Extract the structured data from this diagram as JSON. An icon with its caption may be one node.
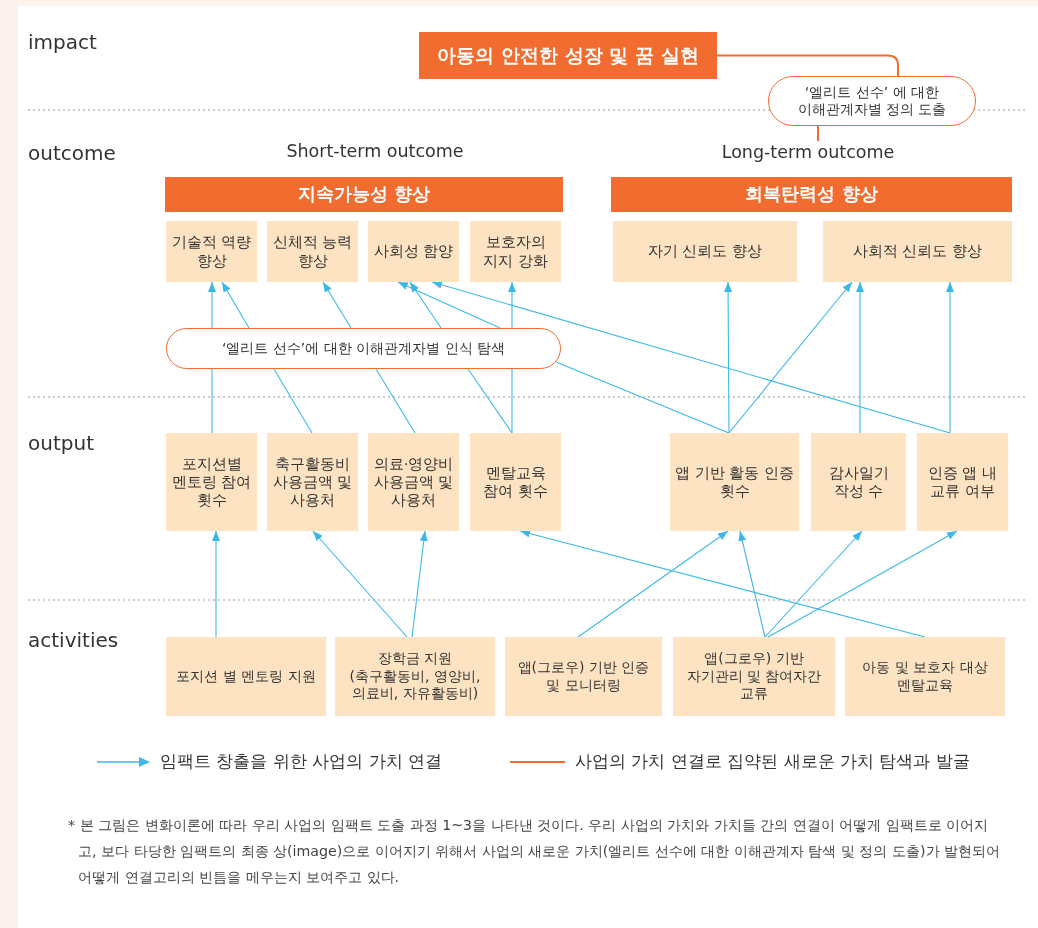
{
  "diagram": {
    "nodes": [
      {
        "text": [
          "아동의 안전한 성장 및 꿈 실현"
        ]
      },
      {
        "text": [
          "‘엘리트 선수’ 에 대한 이해관계자별 정의 도출"
        ]
      },
      {
        "text": [
          "지속가능성 향상"
        ]
      },
      {
        "text": [
          "회복탄력성 향상"
        ]
      },
      {
        "text": [
          "기술적 역량 향상"
        ]
      },
      {
        "text": [
          "신체적 능력 향상"
        ]
      },
      {
        "text": [
          "사회성 함양"
        ]
      },
      {
        "text": [
          "보호자의 지지 강화"
        ]
      },
      {
        "text": [
          "자기 신뢰도 향상"
        ]
      },
      {
        "text": [
          "사회적 신뢰도 향상"
        ]
      },
      {
        "text": [
          "‘엘리트 선수’에 대한 이해관계자별 인식 탐색"
        ]
      },
      {
        "text": [
          "포지션별 멘토링 참여 횟수"
        ]
      },
      {
        "text": [
          "축구활동비 사용금액 및 사용처"
        ]
      },
      {
        "text": [
          "의료·영양비 사용금액 및 사용처"
        ]
      },
      {
        "text": [
          "멘탈교육 참여 횟수"
        ]
      },
      {
        "text": [
          "앱 기반 활동 인증 횟수"
        ]
      },
      {
        "text": [
          "감사일기 작성 수"
        ]
      },
      {
        "text": [
          "인증 앱 내 교류 여부"
        ]
      },
      {
        "text": [
          "포지션 별 멘토링 지원"
        ]
      },
      {
        "text": [
          "장학금 지원 (축구활동비, 영양비, 의료비, 자유활동비)"
        ]
      },
      {
        "text": [
          "앱(그로우) 기반 인증 및 모니터링"
        ]
      },
      {
        "text": [
          "앱(그로우) 기반 자기관리 및 참여자간 교류"
        ]
      },
      {
        "text": [
          "아동 및 보호자 대상 멘탈교육"
        ]
      },
      {
        "text": [
          "Long-term outcome"
        ]
      }
    ],
    "edges": [
      {
        "from": 0,
        "to": 1,
        "arrow": "none",
        "color": "#f26b2f"
      },
      {
        "from": 1,
        "to": 23,
        "arrow": "none",
        "color": "#f26b2f"
      },
      {
        "from": 18,
        "to": 11,
        "arrow": "to"
      },
      {
        "from": 19,
        "to": 12,
        "arrow": "to"
      },
      {
        "from": 19,
        "to": 13,
        "arrow": "to"
      },
      {
        "from": 20,
        "to": 15,
        "arrow": "to"
      },
      {
        "from": 21,
        "to": 15,
        "arrow": "to"
      },
      {
        "from": 21,
        "to": 16,
        "arrow": "to"
      },
      {
        "from": 21,
        "to": 17,
        "arrow": "to"
      },
      {
        "from": 22,
        "to": 14,
        "arrow": "to"
      },
      {
        "from": 11,
        "to": 10,
        "arrow": "none"
      },
      {
        "from": 10,
        "to": 4,
        "arrow": "to"
      },
      {
        "from": 12,
        "to": 10,
        "arrow": "none"
      },
      {
        "from": 10,
        "to": 4,
        "arrow": "to"
      },
      {
        "from": 13,
        "to": 10,
        "arrow": "none"
      },
      {
        "from": 10,
        "to": 5,
        "arrow": "to"
      },
      {
        "from": 14,
        "to": 10,
        "arrow": "none"
      },
      {
        "from": 10,
        "to": 6,
        "arrow": "to"
      },
      {
        "from": 14,
        "to": 10,
        "arrow": "none"
      },
      {
        "from": 10,
        "to": 7,
        "arrow": "to"
      },
      {
        "from": 15,
        "to": 10,
        "arrow": "none"
      },
      {
        "from": 10,
        "to": 6,
        "arrow": "to"
      },
      {
        "from": 15,
        "to": 8,
        "arrow": "to"
      },
      {
        "from": 15,
        "to": 9,
        "arrow": "to"
      },
      {
        "from": 16,
        "to": 9,
        "arrow": "to"
      },
      {
        "from": 17,
        "to": 6,
        "arrow": "to"
      },
      {
        "from": 17,
        "to": 9,
        "arrow": "to"
      }
    ],
    "labels": [
      "impact",
      "outcome",
      "Short-term outcome",
      "output",
      "activities",
      "* 본 그림은 변화이론에 따라 우리 사업의 임팩트 도출 과정 1~3을 나타낸 것이다. 우리 사업의 가치와 가치들 간의 연결이 어떻게 임팩트로 이어지고, 보다 타당한 임팩트의 최종 상(image)으로 이어지기 위해서 사업의 새로운 가치(엘리트 선수에 대한 이해관계자 탐색 및 정의 도출)가 발현되어 어떻게 연결고리의 빈틈을 메우는지 보여주고 있다."
    ],
    "legend": [
      {
        "text": "임팩트 창출을 위한 사업의 가치 연결"
      },
      {
        "text": "사업의 가치 연결로 집약된 새로운 가치 탐색과 발굴"
      }
    ]
  }
}
